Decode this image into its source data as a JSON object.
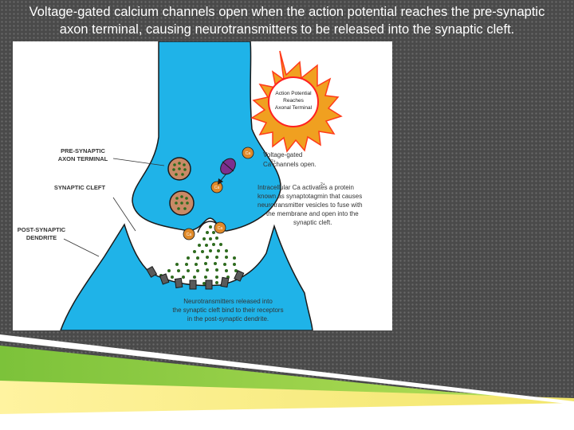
{
  "caption": {
    "line1": "Voltage-gated calcium channels open when the action potential reaches the pre-synaptic",
    "line2": "axon terminal, causing neurotransmitters to be released into the synaptic cleft."
  },
  "diagram": {
    "labels": {
      "presynaptic_1": "PRE-SYNAPTIC",
      "presynaptic_2": "AXON TERMINAL",
      "cleft": "SYNAPTIC CLEFT",
      "postsynaptic_1": "POST-SYNAPTIC",
      "postsynaptic_2": "DENDRITE"
    },
    "burst": {
      "line1": "Action Potential",
      "line2": "Reaches",
      "line3": "Axonal Terminal"
    },
    "channel_note": {
      "line1": "Voltage-gated",
      "line2": "Ca  channels open."
    },
    "protein_note": {
      "line1": "Intracellular Ca  activates a protein",
      "line2": "known as synaptotagmin that causes",
      "line3": "neurotransmitter vesicles to fuse with",
      "line4": "the membrane and open into the",
      "line5": "synaptic cleft."
    },
    "release_note": {
      "line1": "Neurotransmitters released into",
      "line2": "the synaptic cleft bind to their receptors",
      "line3": "in the post-synaptic dendrite."
    },
    "ion": "Ca",
    "superscript": "2+",
    "colors": {
      "neuron": "#1fb3e8",
      "vesicle": "#c98a66",
      "neurotransmitter": "#2e6b1e",
      "channel": "#7b2f8e",
      "ion": "#e08a2a",
      "burst_outer": "#f0a020",
      "burst_inner": "#ff2020"
    }
  }
}
